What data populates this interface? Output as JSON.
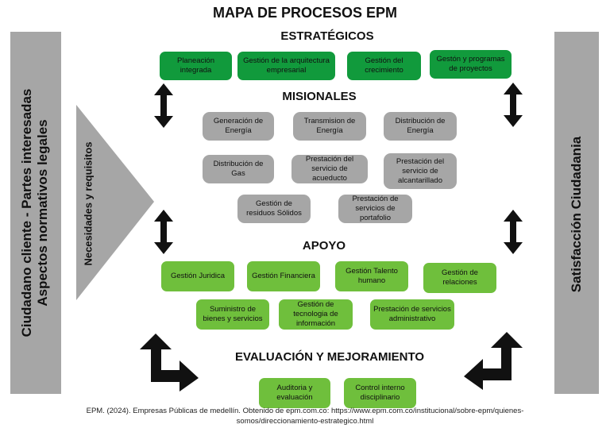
{
  "title": "MAPA DE PROCESOS EPM",
  "left_panel": {
    "line1": "Ciudadano cliente - Partes interesadas",
    "line2": "Aspectos normativos legales"
  },
  "triangle_label": "Necesidades y requisitos",
  "right_panel": {
    "label": "Satisfacción Ciudadania"
  },
  "estrategicos": {
    "heading": "ESTRATÉGICOS",
    "items": [
      "Planeación integrada",
      "Gestión de la arquitectura empresarial",
      "Gestión del crecimiento",
      "Gestón y programas de proyectos"
    ]
  },
  "misionales": {
    "heading": "MISIONALES",
    "items": [
      "Generación de Energía",
      "Transmision de Energía",
      "Distribución de Energía",
      "Distribución de Gas",
      "Prestación del servicio de acueducto",
      "Prestación del servicio de alcantarillado",
      "Gestión de residuos Sólidos",
      "Prestación de servicios de portafolio"
    ]
  },
  "apoyo": {
    "heading": "APOYO",
    "items": [
      "Gestión Juridica",
      "Gestión Financiera",
      "Gestión Talento humano",
      "Gestión de relaciones",
      "Suministro de bienes y servicios",
      "Gestión de tecnologia de información",
      "Prestación de servicios administrativo"
    ]
  },
  "evaluacion": {
    "heading": "EVALUACIÓN Y MEJORAMIENTO",
    "items": [
      "Auditoria y evaluación",
      "Control interno disciplinario"
    ]
  },
  "footer": {
    "line1": "EPM. (2024). Empresas Públicas de medellín. Obtenido de epm.com.co: https://www.epm.com.co/institucional/sobre-epm/quienes-",
    "line2": "somos/direccionamiento-estrategico.html"
  },
  "colors": {
    "strategic": "#119a3c",
    "missional": "#a6a6a6",
    "support": "#6fbf3c",
    "panel": "#a6a6a6"
  }
}
